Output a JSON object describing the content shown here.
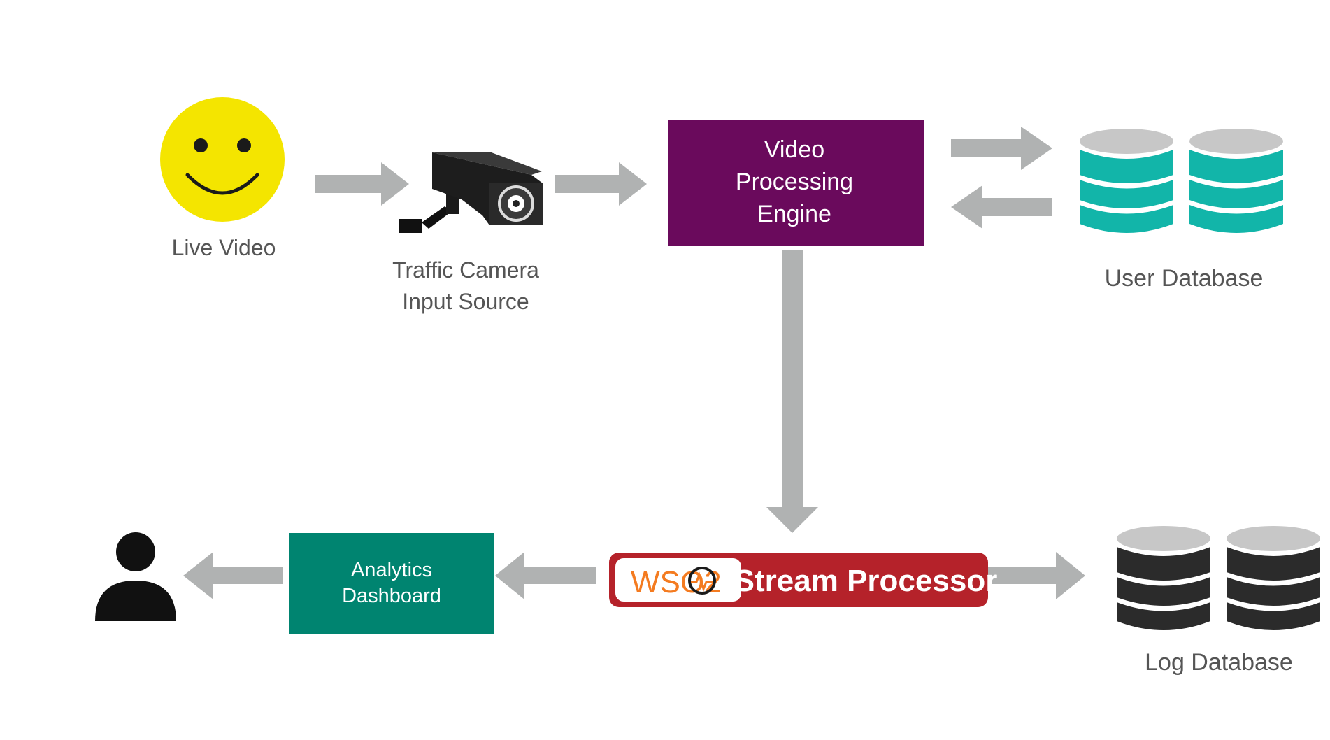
{
  "nodes": {
    "live_video": {
      "label": "Live Video"
    },
    "camera": {
      "label_line1": "Traffic Camera",
      "label_line2": "Input Source"
    },
    "engine": {
      "line1": "Video",
      "line2": "Processing",
      "line3": "Engine"
    },
    "user_db": {
      "label": "User Database"
    },
    "stream_processor": {
      "logo": "WSO2",
      "label": "Stream Processor"
    },
    "log_db": {
      "label": "Log Database"
    },
    "dashboard": {
      "line1": "Analytics",
      "line2": "Dashboard"
    }
  },
  "colors": {
    "arrow": "#b0b2b2",
    "smiley": "#f4e500",
    "engine_box": "#6a0a5c",
    "user_db": "#12b5a9",
    "log_db": "#2b2b2b",
    "dashboard_box": "#008470",
    "stream_processor": "#b5222a",
    "wso2_orange": "#f47b20"
  },
  "icons": [
    "smiley-face-icon",
    "security-camera-icon",
    "database-icon",
    "user-icon"
  ]
}
